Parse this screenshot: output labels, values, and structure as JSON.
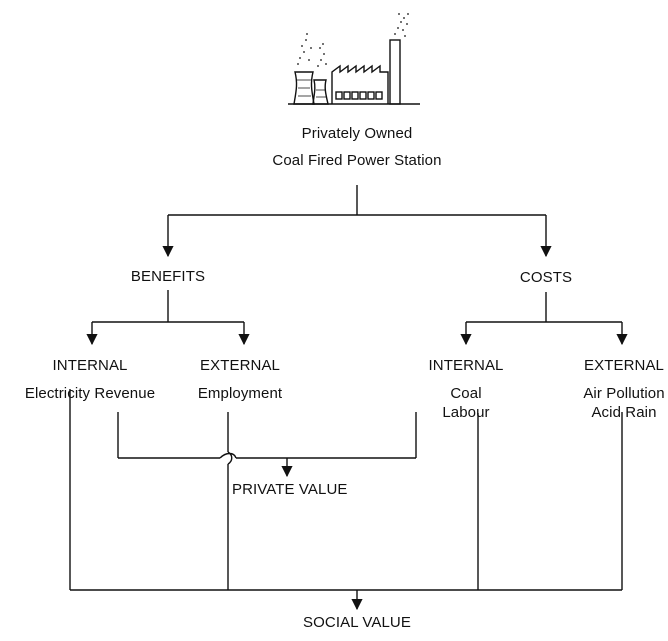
{
  "source": {
    "line1": "Privately Owned",
    "line2": "Coal Fired Power Station",
    "illustration": "power-station-icon"
  },
  "benefits": {
    "label": "BENEFITS",
    "internal": {
      "heading": "INTERNAL",
      "items": [
        "Electricity Revenue"
      ]
    },
    "external": {
      "heading": "EXTERNAL",
      "items": [
        "Employment"
      ]
    }
  },
  "costs": {
    "label": "COSTS",
    "internal": {
      "heading": "INTERNAL",
      "items": [
        "Coal",
        "Labour"
      ]
    },
    "external": {
      "heading": "EXTERNAL",
      "items": [
        "Air Pollution",
        "Acid Rain"
      ]
    }
  },
  "private_value": "PRIVATE VALUE",
  "social_value": "SOCIAL VALUE"
}
